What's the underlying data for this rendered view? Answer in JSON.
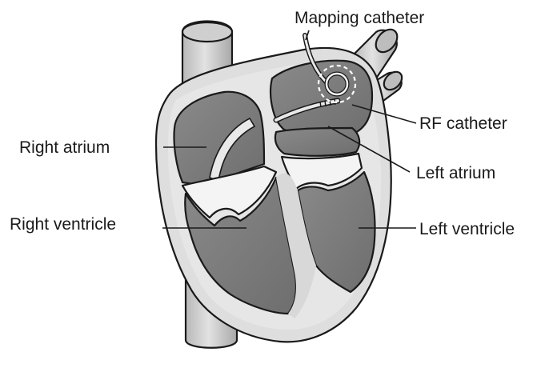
{
  "labels": {
    "mapping_catheter": "Mapping catheter",
    "rf_catheter": "RF catheter",
    "right_atrium": "Right atrium",
    "left_atrium": "Left atrium",
    "right_ventricle": "Right ventricle",
    "left_ventricle": "Left ventricle"
  },
  "colors": {
    "vessel_fill": "#d4d4d4",
    "heart_wall": "#dedede",
    "chamber_fill": "#7a7a7a",
    "valve_fill": "#f4f4f4",
    "outline": "#1a1a1a"
  }
}
